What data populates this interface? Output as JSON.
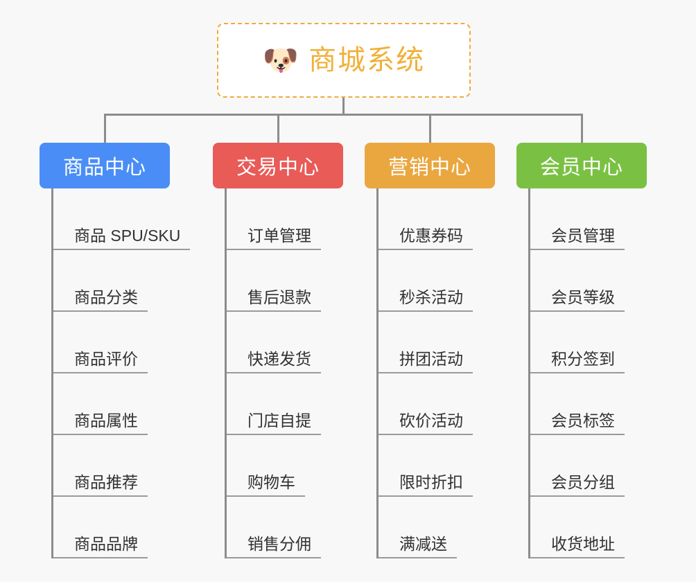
{
  "canvas": {
    "background": "#f8f8f8",
    "line_color": "#8c8c8c"
  },
  "root": {
    "icon": "shiba-dog-face-emoji",
    "emoji": "🐶",
    "title": "商城系统",
    "text_color": "#f0b03a",
    "border_color": "#efab3c",
    "background": "#ffffff"
  },
  "categories": [
    {
      "label": "商品中心",
      "color": "#4a8df6",
      "items": [
        {
          "label": "商品 SPU/SKU"
        },
        {
          "label": "商品分类"
        },
        {
          "label": "商品评价"
        },
        {
          "label": "商品属性"
        },
        {
          "label": "商品推荐"
        },
        {
          "label": "商品品牌"
        }
      ]
    },
    {
      "label": "交易中心",
      "color": "#e85b57",
      "items": [
        {
          "label": "订单管理"
        },
        {
          "label": "售后退款"
        },
        {
          "label": "快递发货"
        },
        {
          "label": "门店自提"
        },
        {
          "label": "购物车"
        },
        {
          "label": "销售分佣"
        }
      ]
    },
    {
      "label": "营销中心",
      "color": "#eaa740",
      "items": [
        {
          "label": "优惠券码"
        },
        {
          "label": "秒杀活动"
        },
        {
          "label": "拼团活动"
        },
        {
          "label": "砍价活动"
        },
        {
          "label": "限时折扣"
        },
        {
          "label": "满减送"
        }
      ]
    },
    {
      "label": "会员中心",
      "color": "#7ac143",
      "items": [
        {
          "label": "会员管理"
        },
        {
          "label": "会员等级"
        },
        {
          "label": "积分签到"
        },
        {
          "label": "会员标签"
        },
        {
          "label": "会员分组"
        },
        {
          "label": "收货地址"
        }
      ]
    }
  ]
}
